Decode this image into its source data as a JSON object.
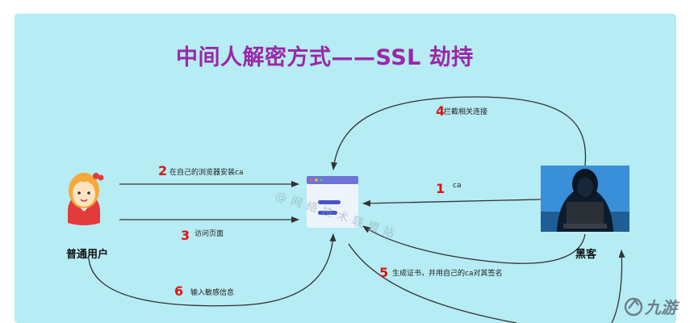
{
  "title": "中间人解密方式——SSL 劫持",
  "actors": {
    "user": "普通用户",
    "hacker": "黑客"
  },
  "steps": [
    {
      "num": "1",
      "label": "ca"
    },
    {
      "num": "2",
      "label": "在自己的浏览器安装ca"
    },
    {
      "num": "3",
      "label": "访问页面"
    },
    {
      "num": "4",
      "label": "拦截相关连接"
    },
    {
      "num": "5",
      "label": "生成证书，并用自己的ca对其签名"
    },
    {
      "num": "6",
      "label": "输入敏感信息"
    }
  ],
  "watermark": "@网络技术联盟站",
  "brand": "九游",
  "colors": {
    "panel": "#b6ecf3",
    "title": "#9b27a8",
    "step_number": "#e01313",
    "arrow": "#333333"
  },
  "icons": {
    "user": "girl-avatar-icon",
    "server": "browser-window-icon",
    "hacker": "hooded-hacker-icon",
    "brand": "brand-logo-icon"
  }
}
